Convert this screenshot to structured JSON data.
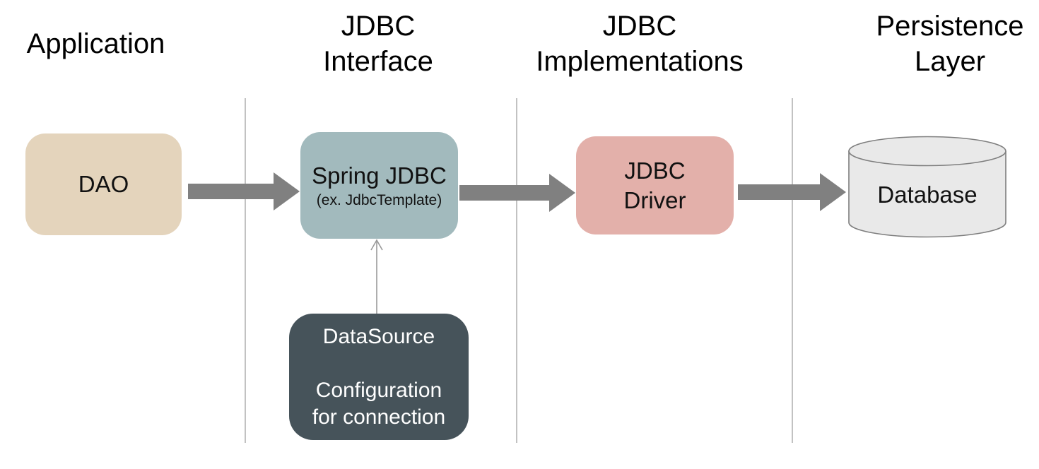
{
  "columns": [
    {
      "title_lines": [
        "Application"
      ]
    },
    {
      "title_lines": [
        "JDBC",
        "Interface"
      ]
    },
    {
      "title_lines": [
        "JDBC",
        "Implementations"
      ]
    },
    {
      "title_lines": [
        "Persistence",
        "Layer"
      ]
    }
  ],
  "nodes": {
    "dao": {
      "label": "DAO"
    },
    "spring_jdbc": {
      "label": "Spring JDBC",
      "sublabel": "(ex. JdbcTemplate)"
    },
    "jdbc_driver": {
      "label_lines": [
        "JDBC",
        "Driver"
      ]
    },
    "datasource": {
      "line1": "DataSource",
      "line2": "Configuration",
      "line3": "for connection"
    },
    "database": {
      "label": "Database"
    }
  },
  "colors": {
    "background": "#ffffff",
    "header-text": "#000000",
    "node-text": "#111111",
    "dao-fill": "#e4d4bc",
    "spring-fill": "#a2babd",
    "driver-fill": "#e3b0aa",
    "datasource-fill": "#46535a",
    "datasource-text": "#ffffff",
    "database-fill": "#e9e9e9",
    "database-stroke": "#7f7f7f",
    "arrow-fill": "#808080",
    "thin-arrow": "#9a9a9a",
    "divider": "#c2c2c2"
  }
}
